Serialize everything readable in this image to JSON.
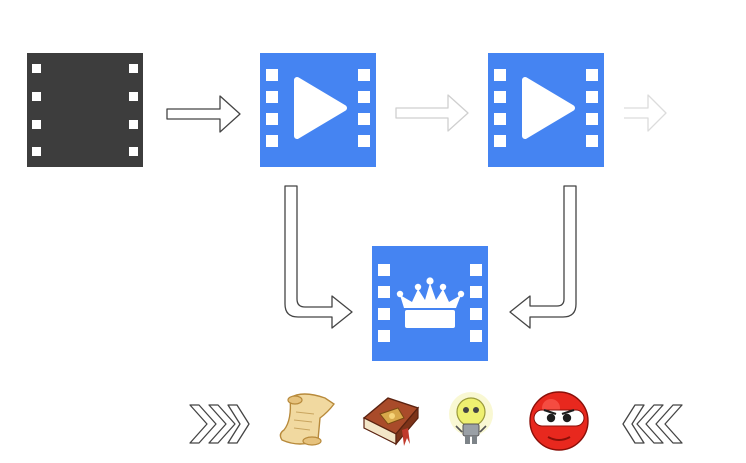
{
  "diagram": {
    "nodes": [
      {
        "id": "source-film",
        "kind": "film-strip",
        "icon": "film-icon",
        "color": "#3d3d3d"
      },
      {
        "id": "video-a",
        "kind": "video",
        "icon": "play-icon",
        "color": "#4584f2"
      },
      {
        "id": "video-b",
        "kind": "video",
        "icon": "play-icon",
        "color": "#4584f2"
      },
      {
        "id": "video-best",
        "kind": "video",
        "icon": "crown-icon",
        "color": "#4584f2"
      }
    ],
    "edges": [
      {
        "from": "source-film",
        "to": "video-a",
        "style": "outline",
        "color": "#444444"
      },
      {
        "from": "video-a",
        "to": "video-b",
        "style": "faded",
        "color": "#cfcfcf"
      },
      {
        "from": "video-b",
        "to": "next",
        "style": "faded",
        "color": "#dcdcdc"
      },
      {
        "from": "video-a",
        "to": "video-best",
        "style": "outline",
        "color": "#444444"
      },
      {
        "from": "video-b",
        "to": "video-best",
        "style": "outline",
        "color": "#444444"
      }
    ],
    "footer": {
      "left_marker": "double-chevron-right-icon",
      "right_marker": "double-chevron-left-icon",
      "items": [
        "scroll-icon",
        "book-icon",
        "lightbulb-robot-icon",
        "red-ninja-ball-icon"
      ]
    }
  }
}
